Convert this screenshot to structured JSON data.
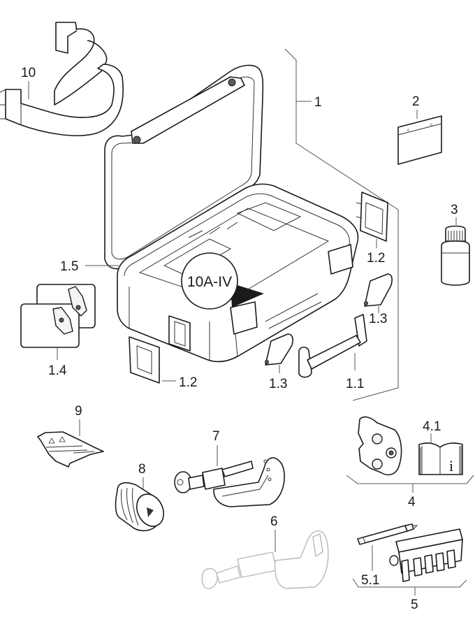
{
  "diagram": {
    "type": "exploded-parts-diagram",
    "subject": "Press tool case with accessories",
    "colors": {
      "line": "#1a1a1a",
      "leader": "#555555",
      "faded": "#b9b9b9",
      "background": "#ffffff"
    },
    "callouts": {
      "case": "1",
      "handle": "1.1",
      "latch_window_right": "1.2",
      "latch_window_bottom": "1.2",
      "latch_right": "1.3",
      "latch_bottom": "1.3",
      "jaw_cards": "1.4",
      "inlay": "1.5",
      "label_card": "2",
      "oil_bottle": "3",
      "jaw_set": "4",
      "manual": "4.1",
      "marking_set": "5",
      "marker_pen": "5.1",
      "pipe_cutter_faded": "6",
      "pipe_cutter": "7",
      "deburrer": "8",
      "sticker": "9",
      "strap": "10"
    },
    "badge": {
      "text": "10A-IV",
      "meaning": "case-variant-badge"
    },
    "manual_icon": "i"
  }
}
